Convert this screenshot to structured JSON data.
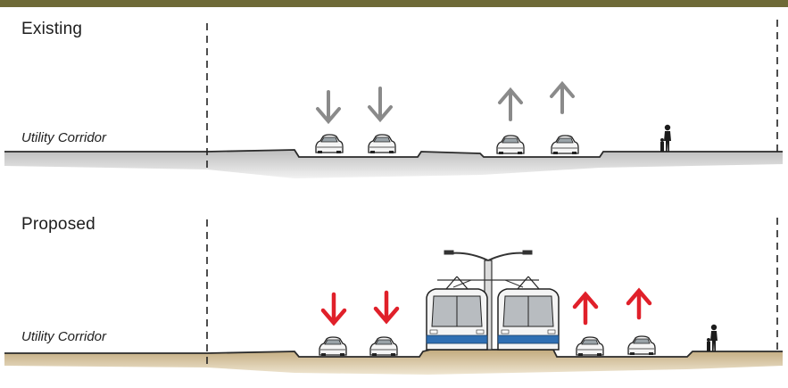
{
  "header": {
    "bar_color": "#6e6a37"
  },
  "existing": {
    "title": "Existing",
    "corridor_label": "Utility Corridor",
    "arrow_color": "#8a8a8a",
    "arrows": [
      "down",
      "down",
      "up",
      "up"
    ],
    "vehicles": [
      "car",
      "car",
      "car",
      "car"
    ],
    "pedestrians": 1
  },
  "proposed": {
    "title": "Proposed",
    "corridor_label": "Utility Corridor",
    "arrow_color": "#e0202a",
    "arrows": [
      "down",
      "down",
      "up",
      "up"
    ],
    "vehicles": [
      "car",
      "car",
      "tram",
      "tram",
      "car",
      "car"
    ],
    "pedestrians": 1,
    "tram_color": "#2f6fb3",
    "ground_color": "#c9b48b"
  },
  "icons": {
    "direction": "arrow-icon",
    "car": "car-icon",
    "tram": "tram-icon",
    "pole": "catenary-pole-icon",
    "person": "pedestrian-icon"
  }
}
